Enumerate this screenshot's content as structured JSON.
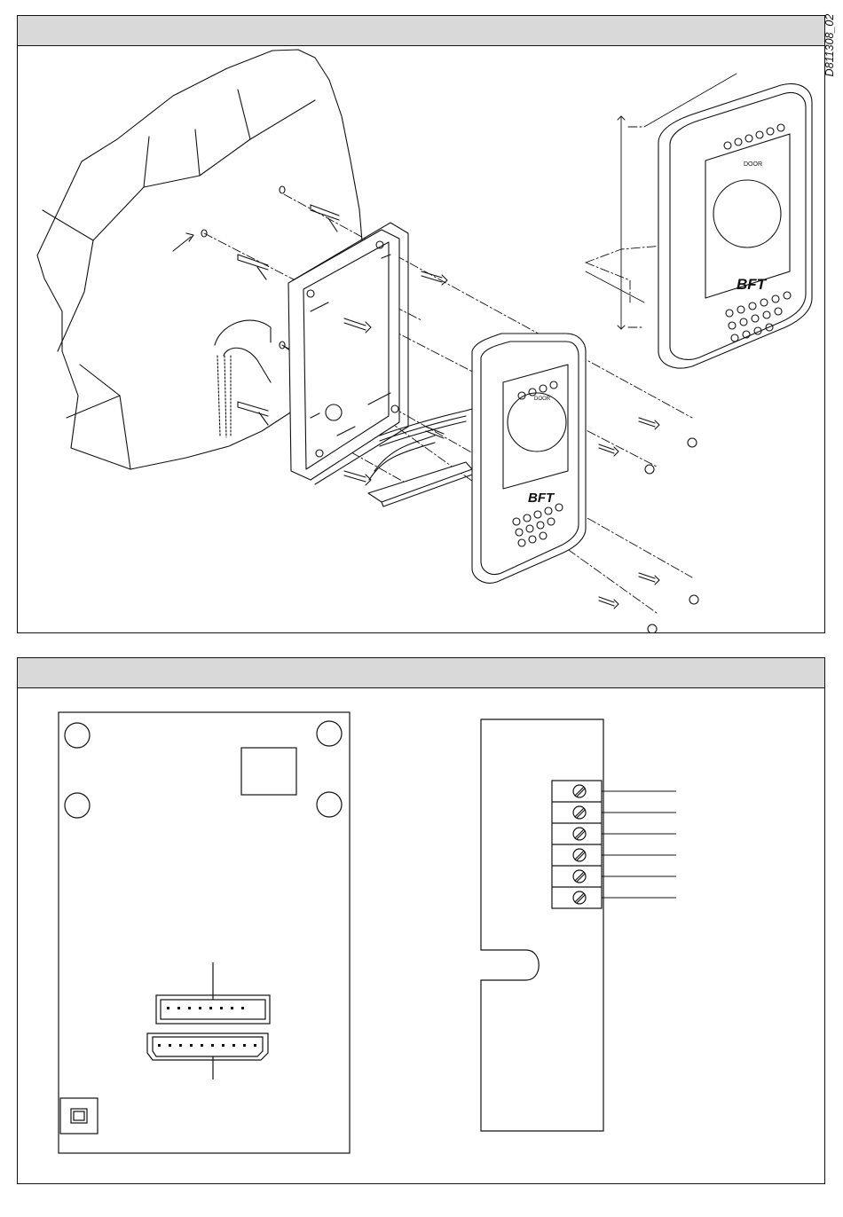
{
  "document_code": "D811308_02",
  "device": {
    "door_label": "DOOR",
    "brand_logo": "BFT"
  },
  "figures": [
    {
      "name": "exploded-assembly-view"
    },
    {
      "name": "board-and-terminal-block"
    }
  ],
  "terminal_block": {
    "screw_count": 6
  },
  "connectors": {
    "upper_pins": 8,
    "lower_pins": 10
  }
}
